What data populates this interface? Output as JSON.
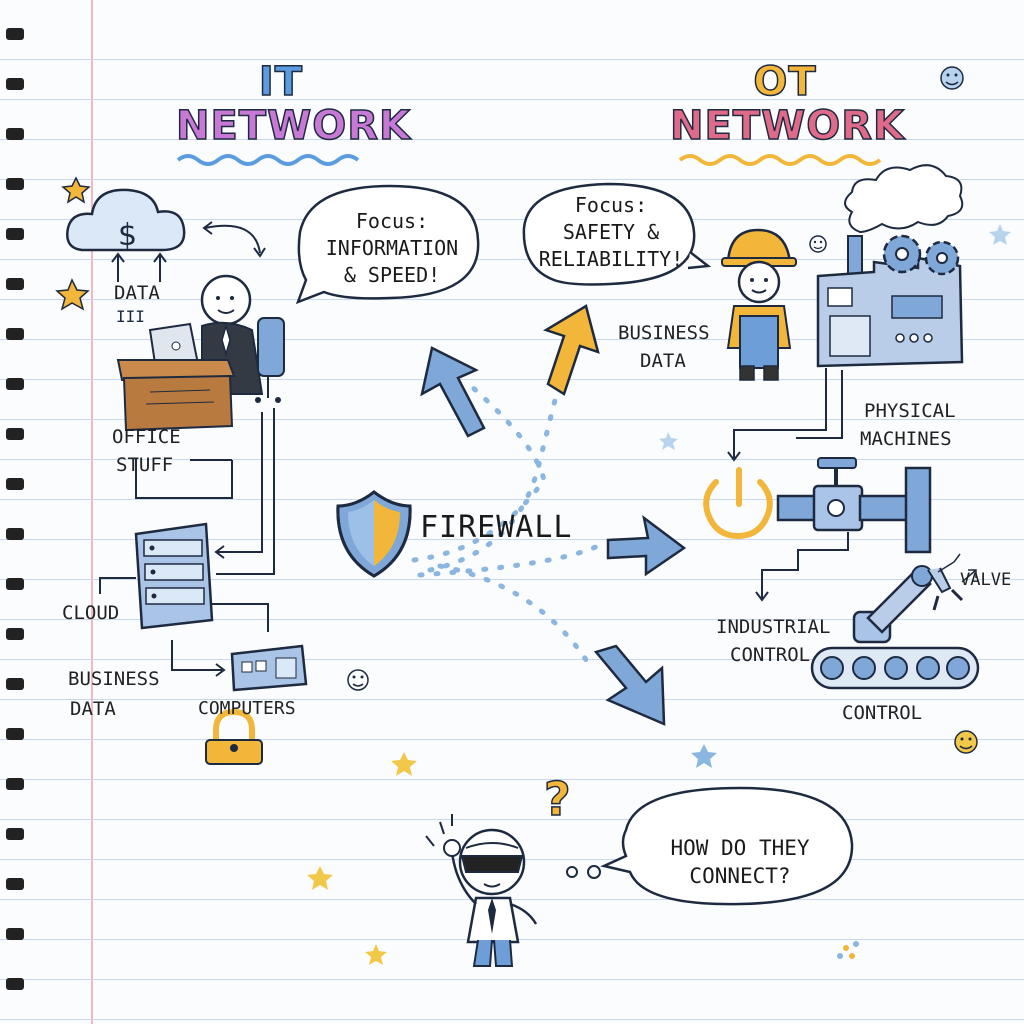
{
  "titles": {
    "it": {
      "line1": "IT",
      "line2": "NETWORK"
    },
    "ot": {
      "line1": "OT",
      "line2": "NETWORK"
    }
  },
  "bubbles": {
    "it_focus": {
      "line1": "Focus:",
      "line2": "INFORMATION",
      "line3": "& SPEED!"
    },
    "ot_focus": {
      "line1": "Focus:",
      "line2": "SAFETY &",
      "line3": "RELIABILITY!"
    },
    "question": {
      "line1": "HOW DO THEY",
      "line2": "CONNECT?"
    }
  },
  "labels": {
    "data": "DATA",
    "office_stuff_1": "OFFICE",
    "office_stuff_2": "STUFF",
    "cloud": "CLOUD",
    "business_data_it_1": "BUSINESS",
    "business_data_it_2": "DATA",
    "computers": "COMPUTERS",
    "firewall": "FIREWALL",
    "business_data_ot_1": "BUSINESS",
    "business_data_ot_2": "DATA",
    "physical_machines_1": "PHYSICAL",
    "physical_machines_2": "MACHINES",
    "valve": "VALVE",
    "industrial_control_1": "INDUSTRIAL",
    "industrial_control_2": "CONTROL",
    "control": "CONTROL",
    "hacker_mark": "?"
  },
  "colors": {
    "blue": "#7fa8d8",
    "yellow": "#f2b63a",
    "ink": "#1e2a40",
    "paper_line": "#c9d8ee"
  }
}
